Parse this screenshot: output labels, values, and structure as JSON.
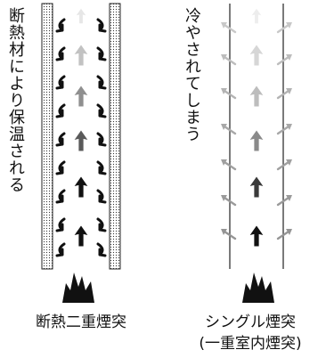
{
  "left_diagram": {
    "side_label": "断熱材により保温される",
    "caption": "断熱二重煙突"
  },
  "right_diagram": {
    "side_label": "冷やされてしまう",
    "caption_line1": "シングル煙突",
    "caption_line2": "(一重室内煙突)"
  }
}
